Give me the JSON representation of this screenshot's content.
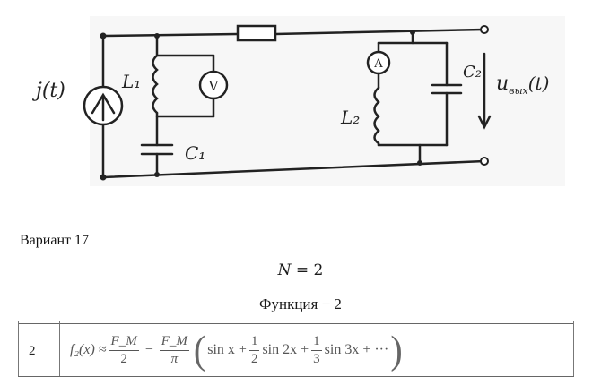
{
  "circuit": {
    "source_label": "j(t)",
    "inductor1_label": "L₁",
    "capacitor1_label": "C₁",
    "voltmeter_label": "V",
    "ammeter_label": "A",
    "inductor2_label": "L₂",
    "capacitor2_label": "C₂",
    "output_label": "u",
    "output_subscript": "вых",
    "output_suffix": "(t)"
  },
  "variant": {
    "label": "Вариант 17"
  },
  "n_equation": {
    "var": "N",
    "rest": " = 2"
  },
  "function": {
    "label": "Функция − 2"
  },
  "table": {
    "rows": [
      {
        "number": "2",
        "lhs": "f₂(x) ≈",
        "frac1_num": "F_M",
        "frac1_den": "2",
        "minus": "−",
        "frac2_num": "F_M",
        "frac2_den": "π",
        "term1": "sin x +",
        "frac3_num": "1",
        "frac3_den": "2",
        "term2": "sin 2x +",
        "frac4_num": "1",
        "frac4_den": "3",
        "term3": "sin 3x + ···"
      }
    ]
  }
}
